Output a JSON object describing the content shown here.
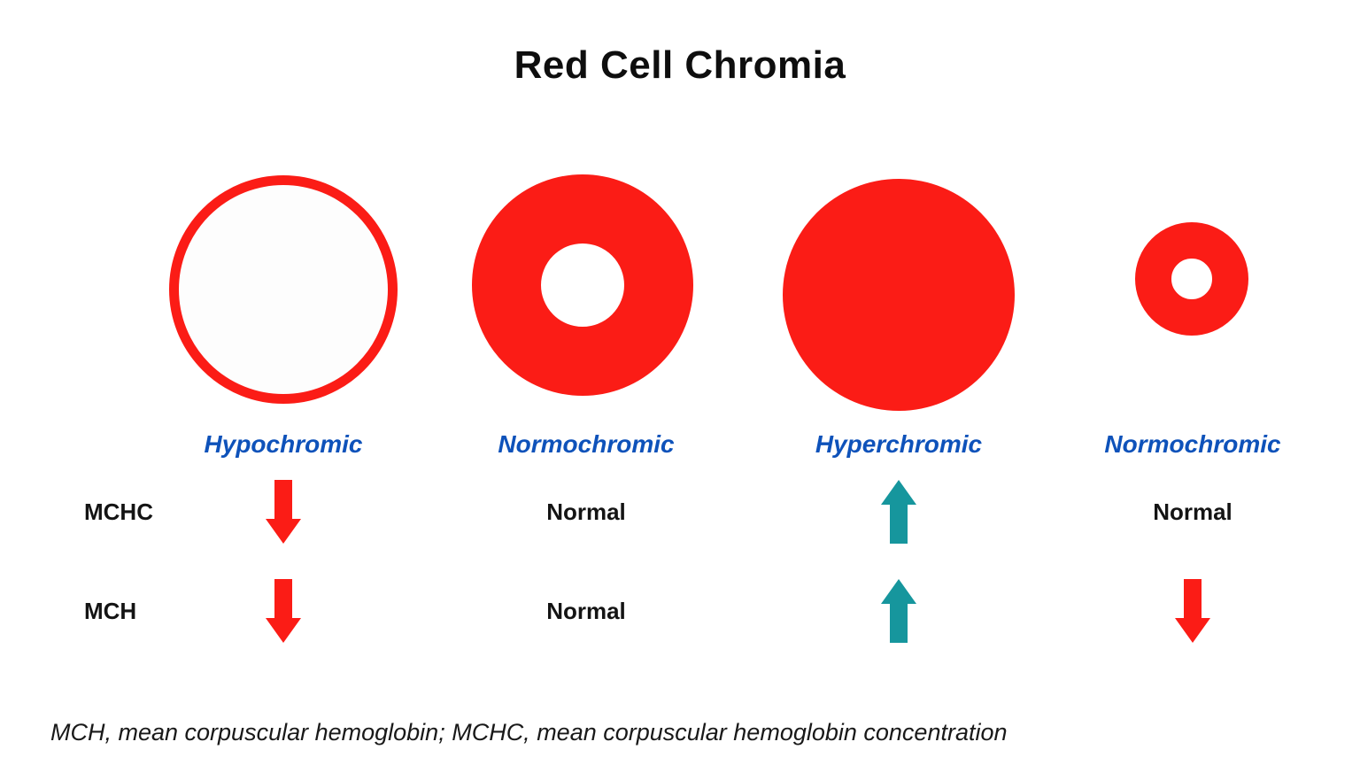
{
  "title": "Red Cell Chromia",
  "normal_label": "Normal",
  "row_labels": {
    "mchc": "MCHC",
    "mch": "MCH"
  },
  "columns": [
    {
      "label": "Hypochromic",
      "cell_type": "thin-ring",
      "mchc": "down",
      "mch": "down"
    },
    {
      "label": "Normochromic",
      "cell_type": "thick-donut",
      "mchc": "normal",
      "mch": "normal"
    },
    {
      "label": "Hyperchromic",
      "cell_type": "solid-disc",
      "mchc": "up",
      "mch": "up"
    },
    {
      "label": "Normochromic",
      "cell_type": "small-donut",
      "mchc": "normal",
      "mch": "down"
    }
  ],
  "footnote": "MCH, mean corpuscular hemoglobin; MCHC, mean corpuscular hemoglobin concentration",
  "colors": {
    "red": "#fb1c16",
    "teal": "#16969d",
    "blue": "#0e52ba",
    "ink": "#141414"
  }
}
